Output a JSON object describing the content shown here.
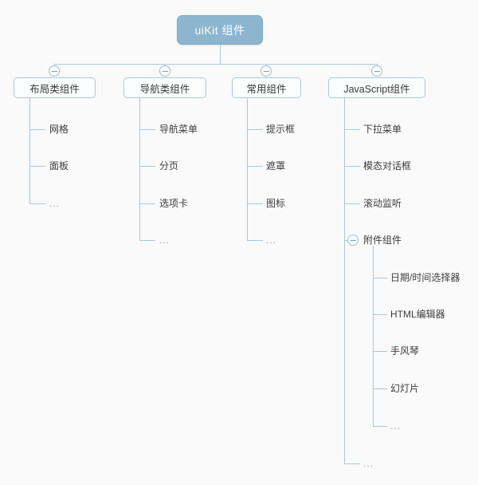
{
  "diagram": {
    "type": "tree-mindmap",
    "background_color": "#fafafa",
    "line_color": "#a8c8dd",
    "root_fill_color": "#8cb5d0",
    "root_text_color": "#ffffff",
    "node_border_color": "#a9c9de",
    "text_color": "#3c3c3c",
    "root": {
      "label": "uiKit 组件"
    },
    "categories": [
      {
        "label": "布局类组件",
        "toggle": "collapse-minus-icon",
        "children": [
          {
            "label": "网格"
          },
          {
            "label": "面板"
          },
          {
            "label": "..."
          }
        ]
      },
      {
        "label": "导航类组件",
        "toggle": "collapse-minus-icon",
        "children": [
          {
            "label": "导航菜单"
          },
          {
            "label": "分页"
          },
          {
            "label": "选项卡"
          },
          {
            "label": "..."
          }
        ]
      },
      {
        "label": "常用组件",
        "toggle": "collapse-minus-icon",
        "children": [
          {
            "label": "提示框"
          },
          {
            "label": "遮罩"
          },
          {
            "label": "图标"
          },
          {
            "label": "..."
          }
        ]
      },
      {
        "label": "JavaScript组件",
        "toggle": "collapse-minus-icon",
        "children": [
          {
            "label": "下拉菜单"
          },
          {
            "label": "模态对话框"
          },
          {
            "label": "滚动监听"
          },
          {
            "label": "附件组件",
            "toggle": "collapse-minus-icon",
            "children": [
              {
                "label": "日期/时间选择器"
              },
              {
                "label": "HTML编辑器"
              },
              {
                "label": "手风琴"
              },
              {
                "label": "幻灯片"
              },
              {
                "label": "..."
              }
            ]
          },
          {
            "label": "..."
          }
        ]
      }
    ]
  }
}
